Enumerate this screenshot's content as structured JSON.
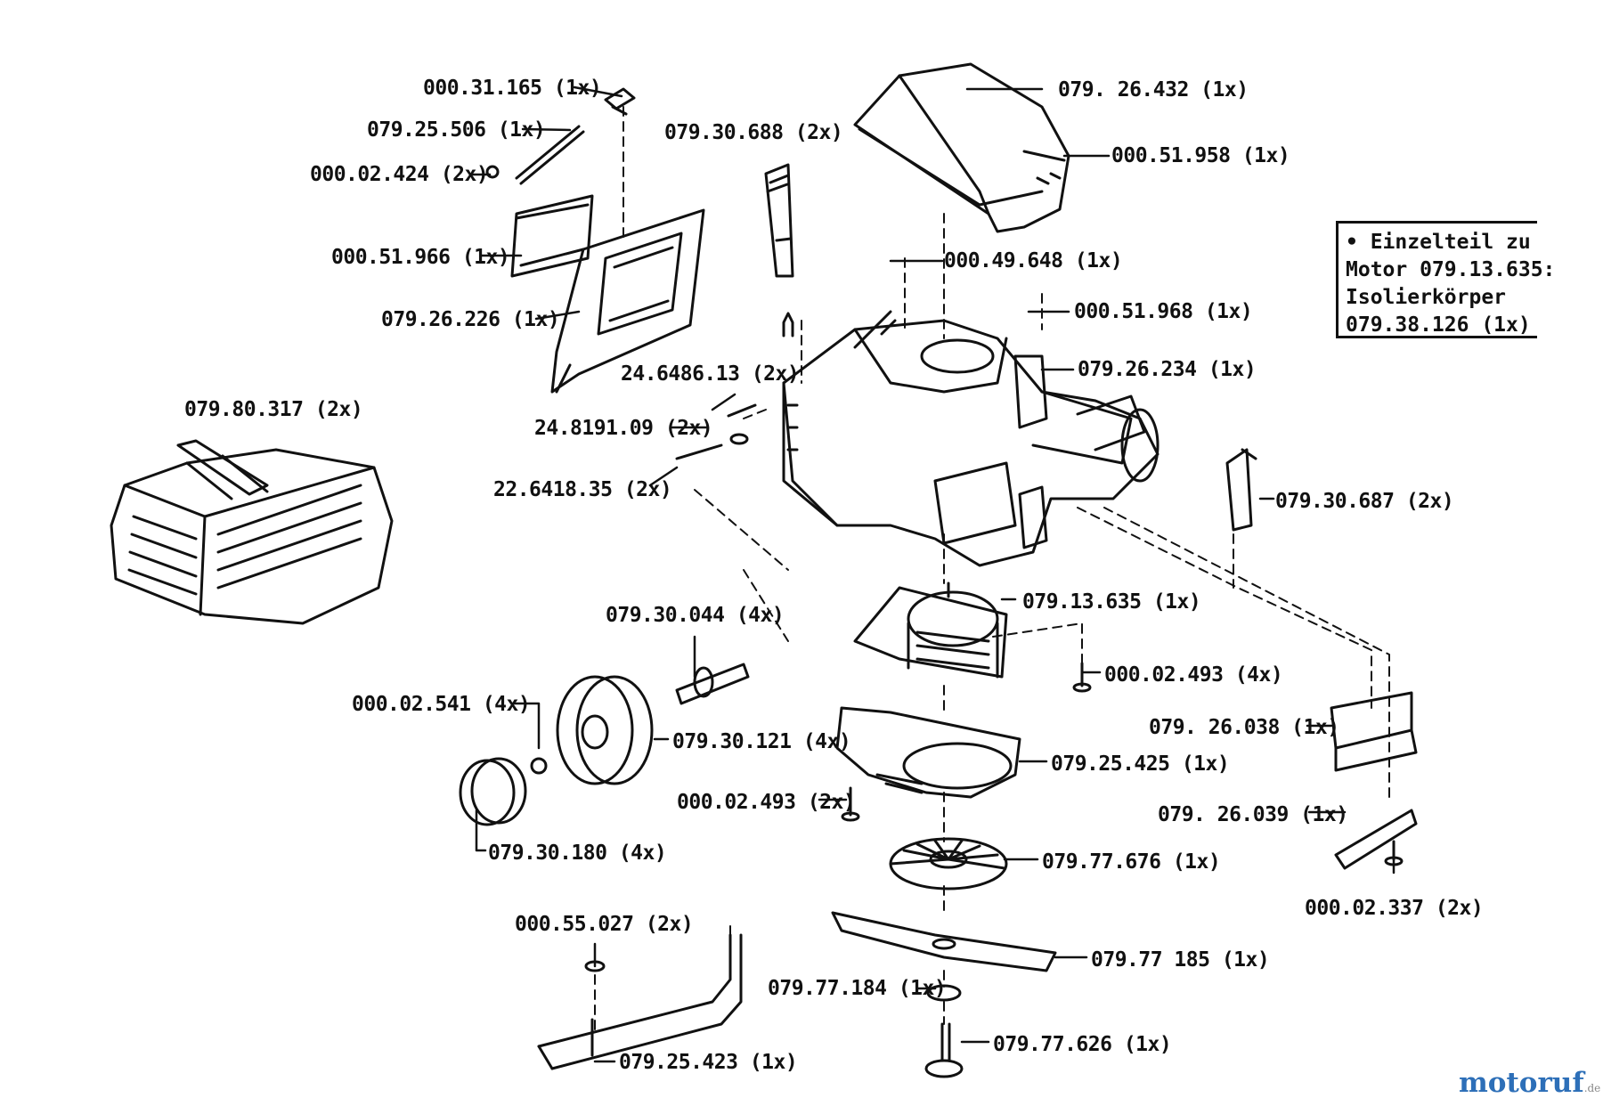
{
  "labels": {
    "p1": "000.31.165 (1x)",
    "p2": "079.25.506 (1x)",
    "p3": "000.02.424 (2x)",
    "p4": "079.30.688 (2x)",
    "p5": "079. 26.432 (1x)",
    "p6": "000.51.958 (1x)",
    "p7": "000.51.966 (1x)",
    "p8": "079.26.226 (1x)",
    "p9": "000.49.648 (1x)",
    "p10": "000.51.968 (1x)",
    "p11": "079.26.234 (1x)",
    "p12": "24.6486.13 (2x)",
    "p13": "24.8191.09 (2x)",
    "p14": "22.6418.35 (2x)",
    "p15": "079.80.317 (2x)",
    "p16": "079.30.687 (2x)",
    "p17": "079.13.635 (1x)",
    "p18": "079.30.044 (4x)",
    "p19": "000.02.493 (4x)",
    "p20": "000.02.541 (4x)",
    "p21": "079.30.121 (4x)",
    "p22": "079. 26.038 (1x)",
    "p23": "079.25.425 (1x)",
    "p24": "000.02.493 (2x)",
    "p25": "079. 26.039 (1x)",
    "p26": "079.30.180 (4x)",
    "p27": "079.77.676 (1x)",
    "p28": "000.02.337 (2x)",
    "p29": "000.55.027 (2x)",
    "p30": "079.77 185 (1x)",
    "p31": "079.77.184 (1x)",
    "p32": "079.77.626 (1x)",
    "p33": "079.25.423 (1x)"
  },
  "note": {
    "line1": "Einzelteil zu",
    "line2": "Motor 079.13.635:",
    "line3": "Isolierkörper",
    "line4": "079.38.126 (1x)"
  },
  "brand": {
    "name": "motoruf",
    "ext": ".de",
    "color": "#2d6fb8"
  }
}
